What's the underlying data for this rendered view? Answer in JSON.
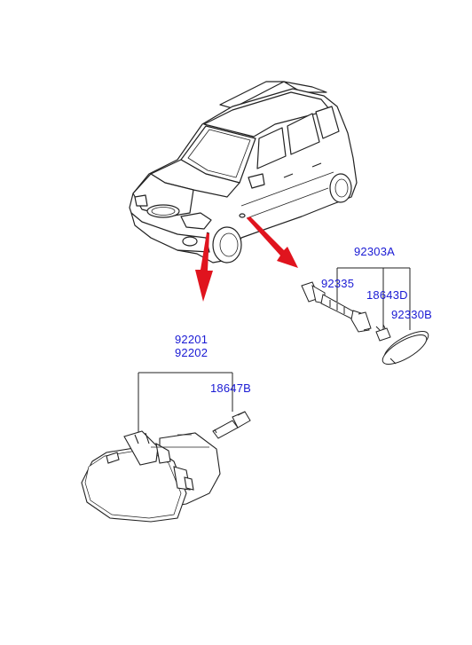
{
  "colors": {
    "part_number": "#1a1ad4",
    "line": "#222222",
    "arrow": "#e0141e"
  },
  "labels": {
    "sidelamp_assy": "92303A",
    "bulb_socket": "92335",
    "bulb_small": "18643D",
    "lens": "92330B",
    "foglamp_left": "92201",
    "foglamp_right": "92202",
    "foglamp_bulb": "18647B"
  }
}
